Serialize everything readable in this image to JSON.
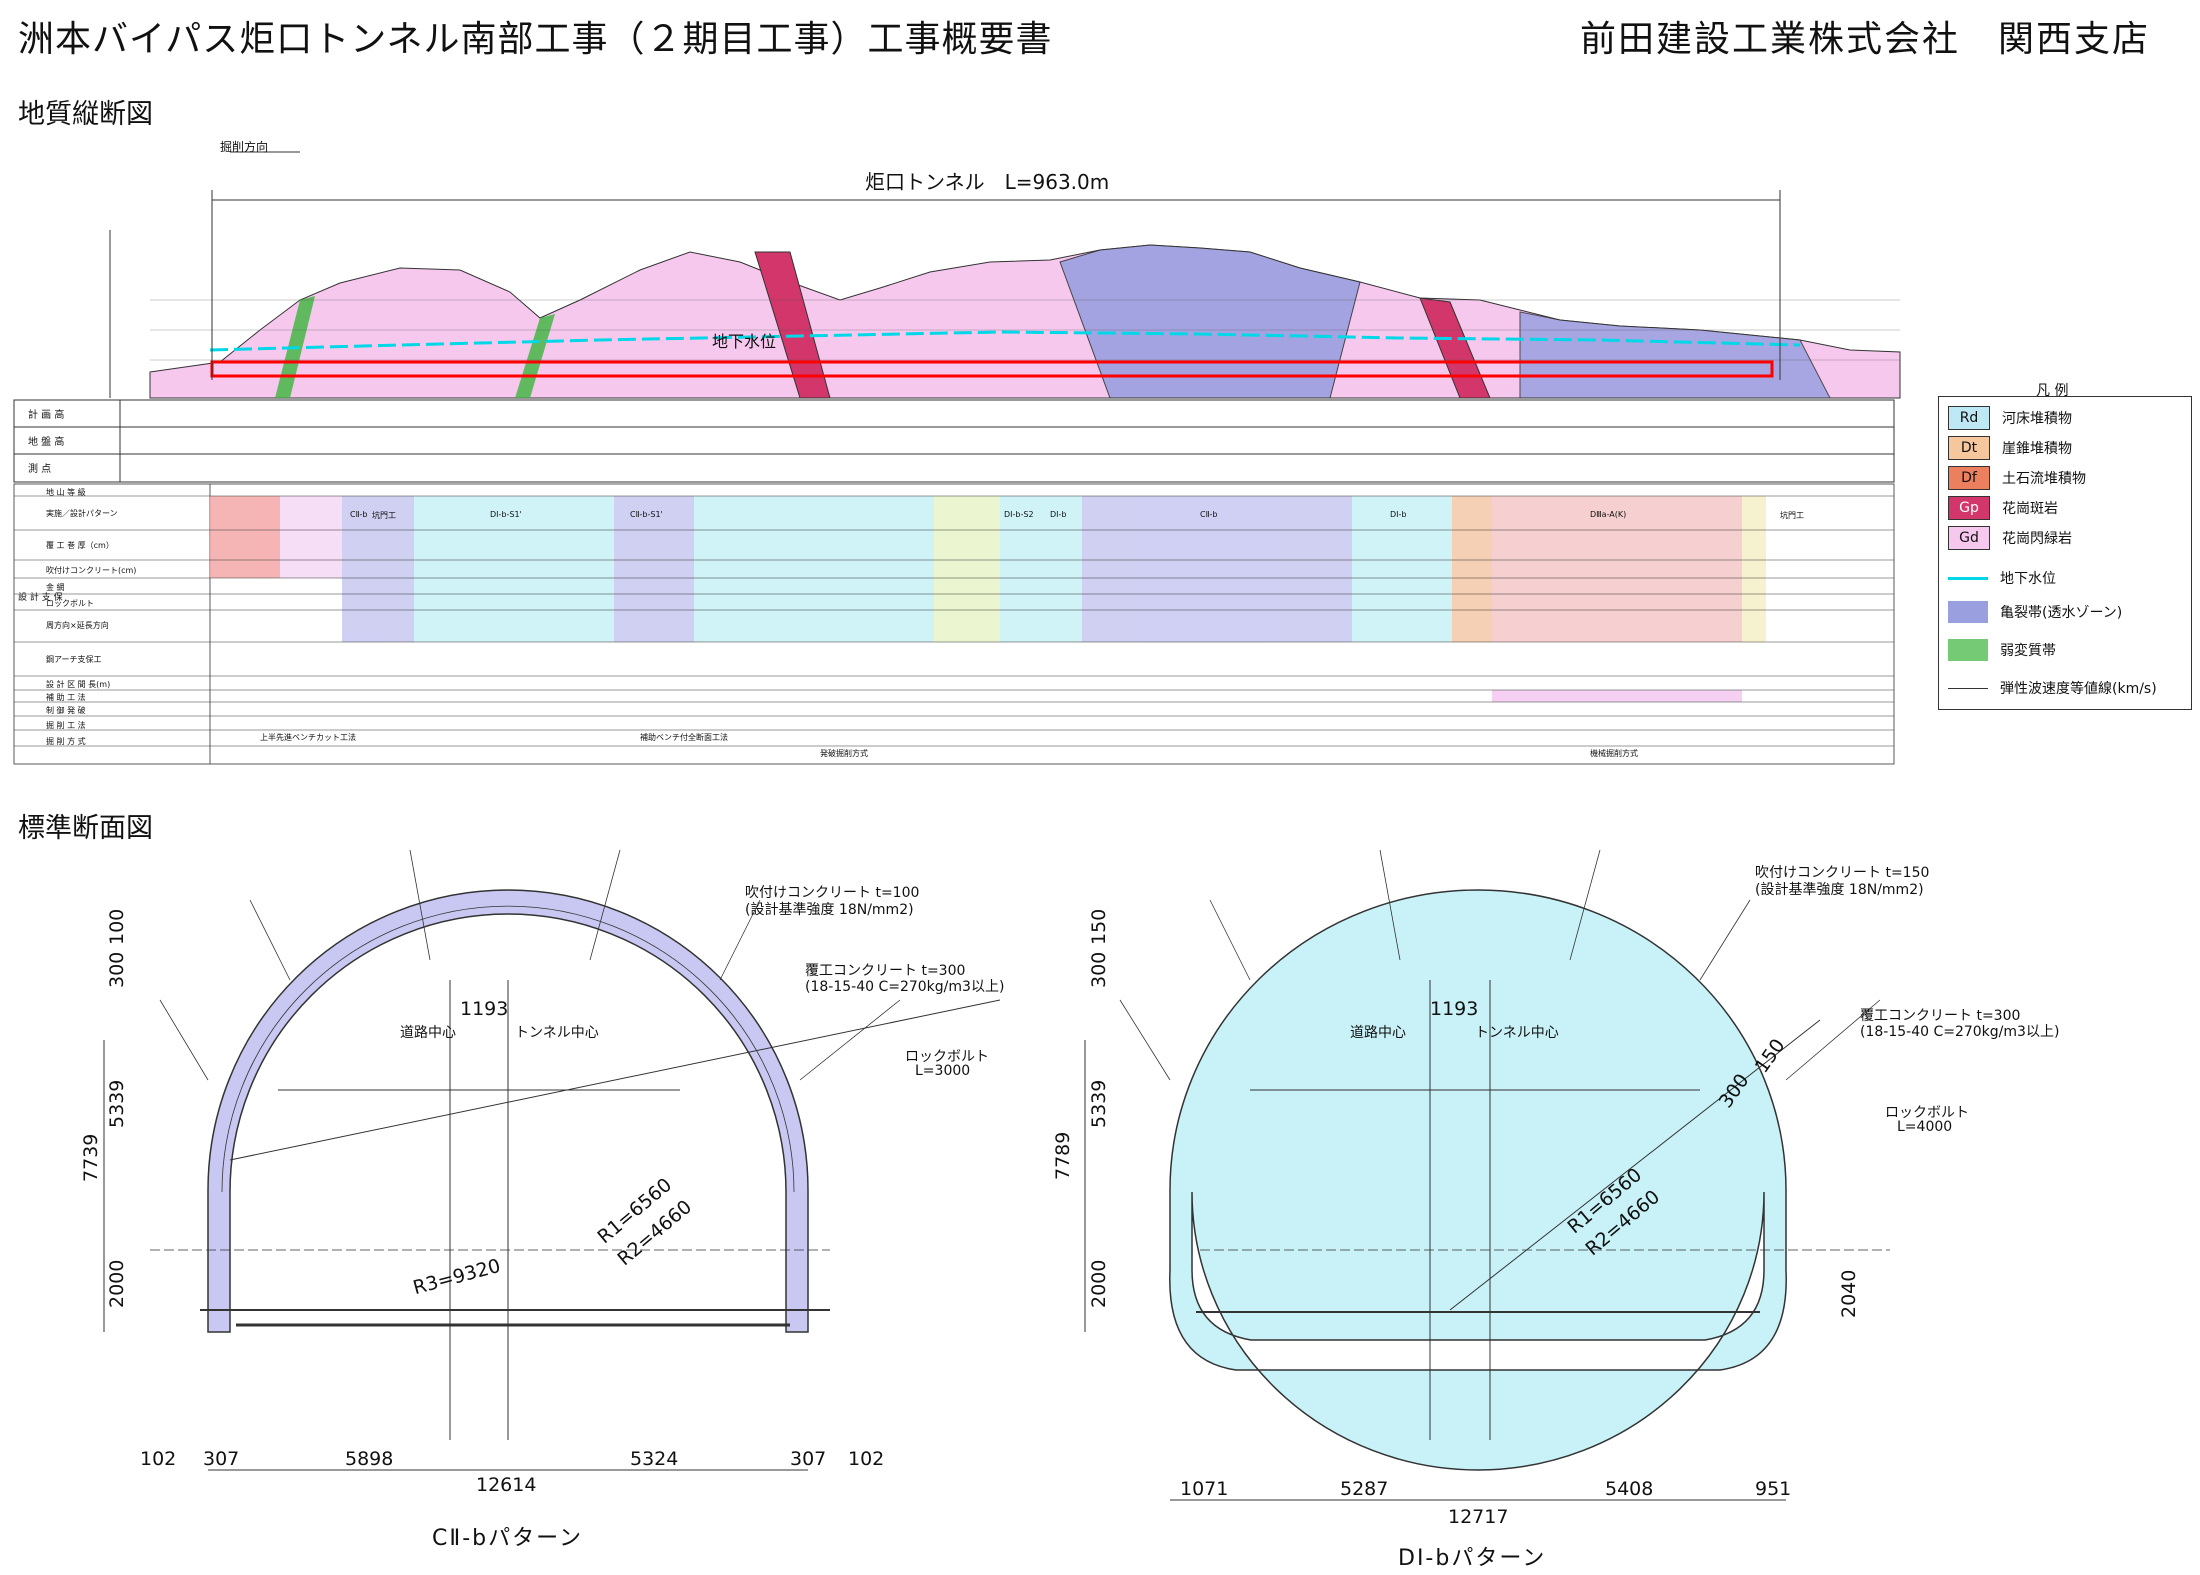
{
  "header": {
    "title": "洲本バイパス炬口トンネル南部工事（２期目工事）工事概要書",
    "company": "前田建設工業株式会社　関西支店"
  },
  "sections": {
    "profile": "地質縦断図",
    "standard": "標準断面図"
  },
  "profile": {
    "tunnel_label": "炬口トンネル　L=963.0m",
    "direction": "掘削方向",
    "groundwater": "地下水位",
    "row_labels": [
      "計 画 高",
      "地 盤 高",
      "測 点"
    ]
  },
  "table": {
    "rows": [
      "地 山 等 級",
      "実施／設計パターン",
      "覆 工 巻 厚（cm）",
      "吹付けコンクリート(cm)",
      "金 網",
      "ロックボルト",
      "周方向×延長方向",
      "鋼アーチ支保工",
      "設 計 区 間 長(m)",
      "補 助 工 法",
      "制 御 発 破",
      "掘 削 工 法",
      "掘 削 方 式"
    ],
    "side": "設 計 支 保",
    "cells": [
      {
        "col": 0,
        "text": "坑門工"
      },
      {
        "col": 1,
        "text": "CⅡ-b"
      },
      {
        "col": 2,
        "text": "DⅠ-b-S1'"
      },
      {
        "col": 3,
        "text": "CⅡ-b-S1'"
      },
      {
        "col": 4,
        "text": "DⅠ-b-S2"
      },
      {
        "col": 5,
        "text": "DⅠ-b"
      },
      {
        "col": 6,
        "text": "CⅡ-b"
      },
      {
        "col": 7,
        "text": "DⅠ-b"
      },
      {
        "col": 8,
        "text": "DⅢa-A(K)"
      },
      {
        "col": 9,
        "text": "坑門工"
      }
    ],
    "methods": [
      "上半先進ベンチカット工法",
      "補助ベンチ付全断面工法",
      "発破掘削方式",
      "機械掘削方式"
    ]
  },
  "legend": {
    "title": "凡 例",
    "items": [
      {
        "code": "Rd",
        "label": "河床堆積物",
        "color": "#bfe8f5"
      },
      {
        "code": "Dt",
        "label": "崖錐堆積物",
        "color": "#f6c79c"
      },
      {
        "code": "Df",
        "label": "土石流堆積物",
        "color": "#ec7f5e"
      },
      {
        "code": "Gp",
        "label": "花崗斑岩",
        "color": "#d2366b"
      },
      {
        "code": "Gd",
        "label": "花崗閃緑岩",
        "color": "#f7c8ee"
      }
    ],
    "lines": [
      {
        "label": "地下水位"
      },
      {
        "label": "亀裂帯(透水ゾーン)"
      },
      {
        "label": "弱変質帯"
      },
      {
        "label": "弾性波速度等値線(km/s)"
      }
    ]
  },
  "section_left": {
    "caption": "CⅡ-bパターン",
    "shotcrete": "吹付けコンクリート t=100",
    "shotcrete_sub": "(設計基準強度 18N/mm2)",
    "lining": "覆工コンクリート t=300",
    "lining_sub": "(18-15-40 C=270kg/m3以上)",
    "bolt": "ロックボルト",
    "bolt_len": "L=3000",
    "road_center": "道路中心",
    "tunnel_center": "トンネル中心",
    "offset": "1193",
    "r1": "R1=6560",
    "r2": "R2=4660",
    "r3": "R3=9320",
    "v_100": "100",
    "v_300": "300",
    "v_5339": "5339",
    "v_7739": "7739",
    "v_2000": "2000",
    "b_102a": "102",
    "b_307a": "307",
    "b_5898": "5898",
    "b_5324": "5324",
    "b_307b": "307",
    "b_102b": "102",
    "b_total": "12614"
  },
  "section_right": {
    "caption": "DⅠ-bパターン",
    "shotcrete": "吹付けコンクリート t=150",
    "shotcrete_sub": "(設計基準強度 18N/mm2)",
    "lining": "覆工コンクリート t=300",
    "lining_sub": "(18-15-40 C=270kg/m3以上)",
    "bolt": "ロックボルト",
    "bolt_len": "L=4000",
    "road_center": "道路中心",
    "tunnel_center": "トンネル中心",
    "offset": "1193",
    "r1": "R1=6560",
    "r2": "R2=4660",
    "t300": "300",
    "t150": "150",
    "v_150": "150",
    "v_300": "300",
    "v_5339": "5339",
    "v_7789": "7789",
    "v_2000": "2000",
    "v_2040": "2040",
    "b_1071": "1071",
    "b_5287": "5287",
    "b_5408": "5408",
    "b_951": "951",
    "b_total": "12717"
  },
  "colors": {
    "granodiorite": "#f7c8ee",
    "porphyry": "#d2366b",
    "fracture": "#9a9fe0",
    "tunnel": "#ff0000",
    "water": "#00d8e8",
    "weak": "#3ab53a",
    "lining_left": "#c8c8f2",
    "lining_right": "#c8f2f7"
  }
}
